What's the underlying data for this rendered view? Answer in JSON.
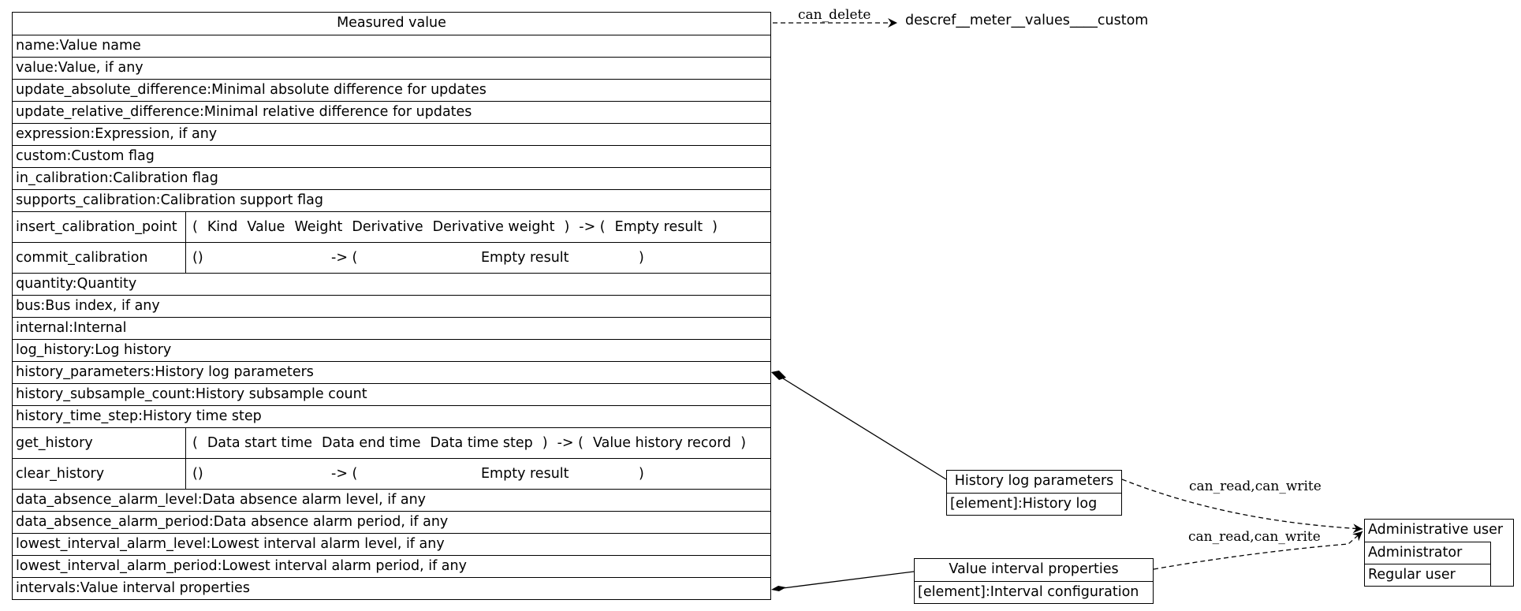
{
  "main": {
    "title": "Measured value",
    "rows_a": [
      "name:Value name",
      "value:Value, if any",
      "update_absolute_difference:Minimal absolute difference for updates",
      "update_relative_difference:Minimal relative difference for updates",
      "expression:Expression, if any",
      "custom:Custom flag",
      "in_calibration:Calibration flag",
      "supports_calibration:Calibration support flag"
    ],
    "insert_calibration_point": {
      "name": "insert_calibration_point",
      "sig": [
        "(",
        "Kind",
        "Value",
        "Weight",
        "Derivative",
        "Derivative weight",
        ")",
        "-> (",
        "Empty result",
        ")"
      ]
    },
    "commit_calibration": {
      "name": "commit_calibration",
      "sig": [
        "()",
        "-> (",
        "Empty result",
        ")"
      ]
    },
    "rows_b": [
      "quantity:Quantity",
      "bus:Bus index, if any",
      "internal:Internal",
      "log_history:Log history",
      "history_parameters:History log parameters",
      "history_subsample_count:History subsample count",
      "history_time_step:History time step"
    ],
    "get_history": {
      "name": "get_history",
      "sig": [
        "(",
        "Data start time",
        "Data end time",
        "Data time step",
        ")",
        "-> (",
        "Value history record",
        ")"
      ]
    },
    "clear_history": {
      "name": "clear_history",
      "sig": [
        "()",
        "-> (",
        "Empty result",
        ")"
      ]
    },
    "rows_c": [
      "data_absence_alarm_level:Data absence alarm level, if any",
      "data_absence_alarm_period:Data absence alarm period, if any",
      "lowest_interval_alarm_level:Lowest interval alarm level, if any",
      "lowest_interval_alarm_period:Lowest interval alarm period, if any",
      "intervals:Value interval properties"
    ]
  },
  "descref": "descref__meter__values____custom",
  "history_box": {
    "title": "History log parameters",
    "row": "[element]:History log"
  },
  "interval_box": {
    "title": "Value interval properties",
    "row": "[element]:Interval configuration"
  },
  "users_box": {
    "rows": [
      "Administrative user",
      "Administrator",
      "Regular user"
    ]
  },
  "edges": {
    "can_delete": "can_delete",
    "history_to_users": "can_read,can_write",
    "interval_to_users": "can_read,can_write"
  }
}
